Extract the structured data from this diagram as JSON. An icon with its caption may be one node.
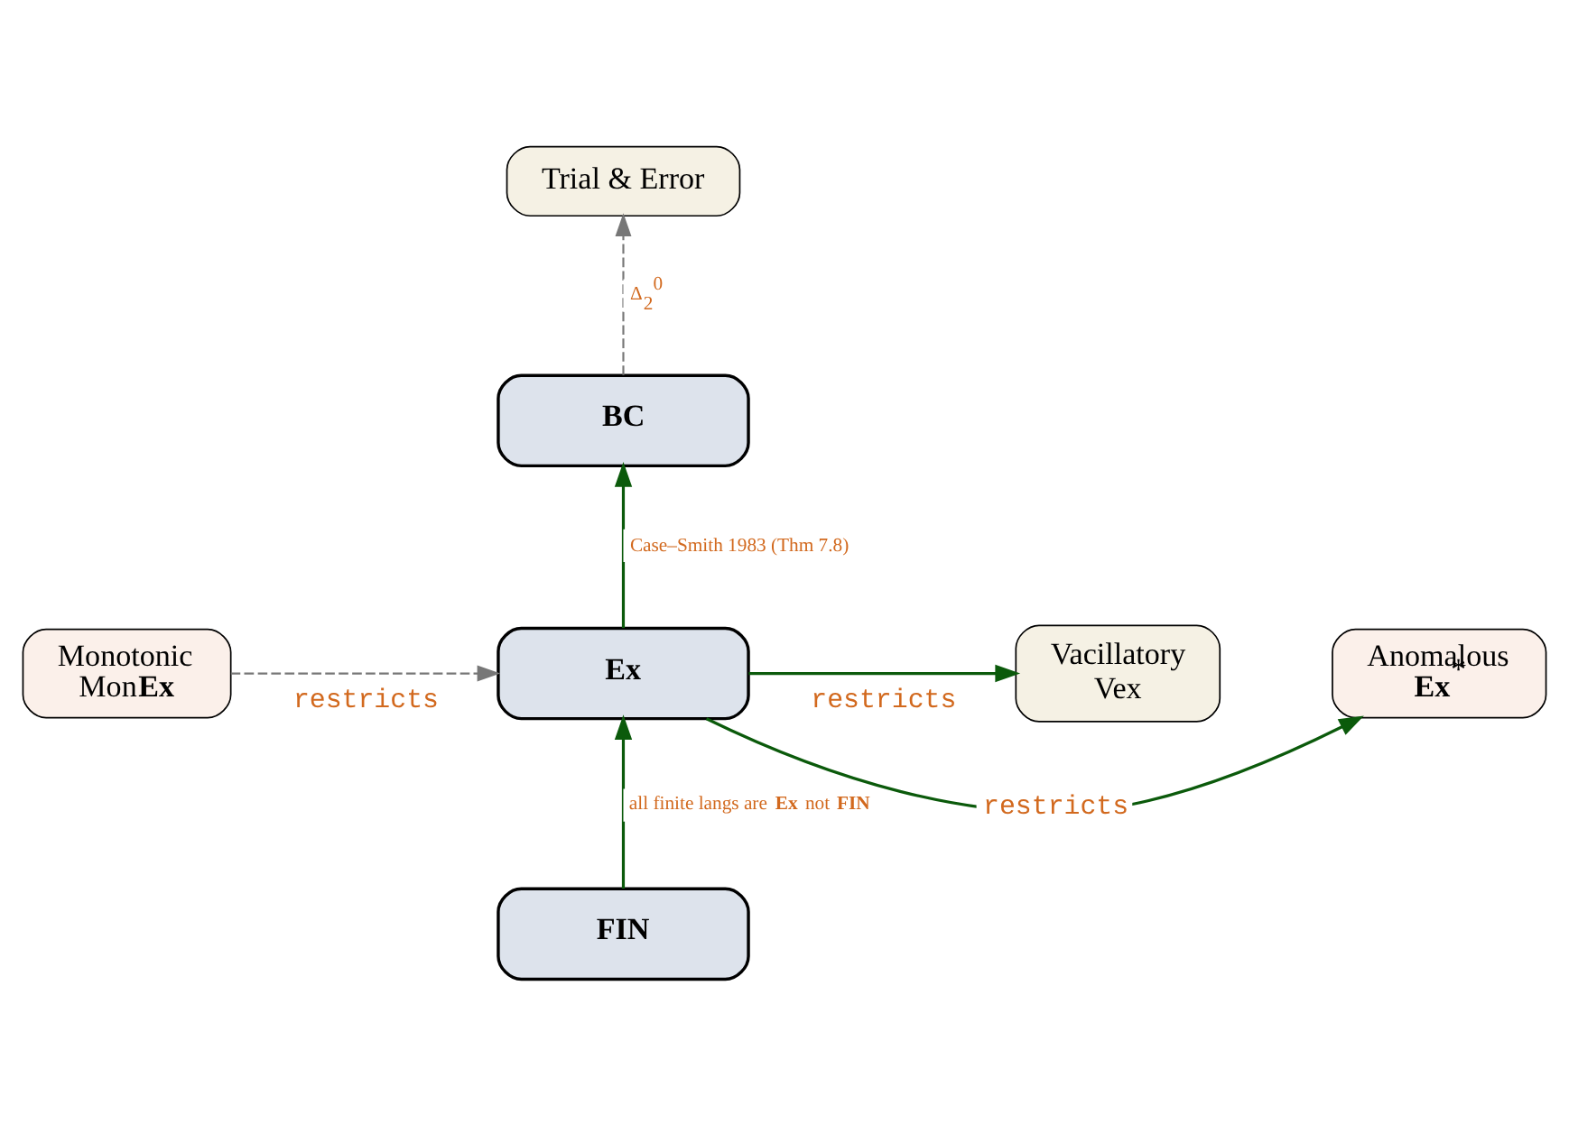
{
  "diagram": {
    "nodes": [
      {
        "text": [
          "BC"
        ]
      },
      {
        "text": [
          "Trial & Error"
        ]
      },
      {
        "text": [
          "Monotonic",
          "Mon**Ex**"
        ]
      },
      {
        "text": [
          "Ex"
        ]
      },
      {
        "text": [
          "Anomalous",
          "**Ex**$^{*}$"
        ]
      },
      {
        "text": [
          "Vacillatory",
          "Vex"
        ]
      },
      {
        "text": [
          "FIN"
        ]
      }
    ],
    "edges": [
      {
        "from": 0,
        "to": 1,
        "arrow": "to",
        "label": "Δ$_{2}$$^{0}$",
        "style": "dashed",
        "color": "#777777"
      },
      {
        "from": 3,
        "to": 0,
        "arrow": "to",
        "label": "Case–Smith 1983 (Thm 7.8)"
      },
      {
        "from": 2,
        "to": 3,
        "arrow": "to",
        "label": "restricts",
        "style": "dashed",
        "color": "#777777"
      },
      {
        "from": 3,
        "to": 4,
        "arrow": "to",
        "label": "restricts"
      },
      {
        "from": 3,
        "to": 5,
        "arrow": "to",
        "label": "restricts"
      },
      {
        "from": 6,
        "to": 3,
        "arrow": "to",
        "label": "all finite langs are **Ex** not **FIN**"
      }
    ]
  }
}
